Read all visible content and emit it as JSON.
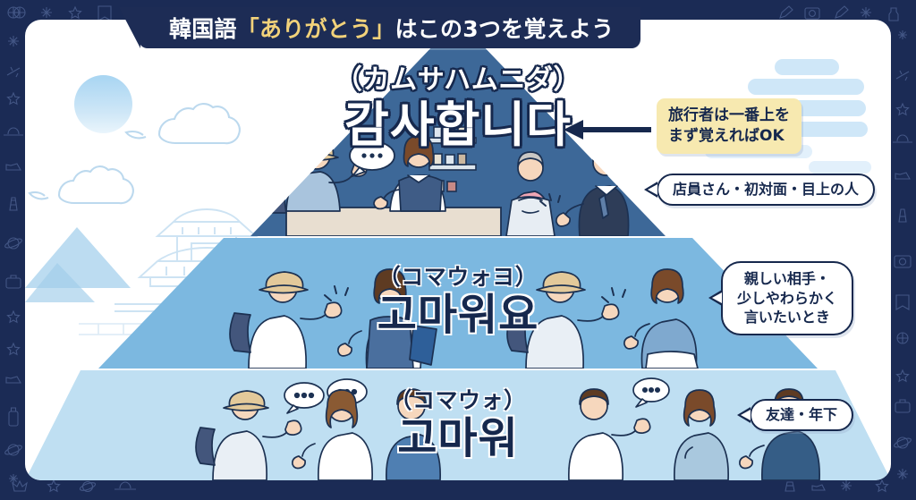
{
  "title": {
    "prefix": "韓国語",
    "highlight": "「ありがとう」",
    "suffix": "はこの3つを覚えよう",
    "full": "韓国語「ありがとう」はこの3つを覚えよう"
  },
  "colors": {
    "frame": "#1b2b55",
    "banner": "#1d2c55",
    "title_highlight": "#f2d27a",
    "tier_top": "#3d6898",
    "tier_mid": "#7cb8e0",
    "tier_bottom": "#bfdff2",
    "note_yellow": "#f7e9b0",
    "bubble_border": "#16284d",
    "text_navy": "#16284d",
    "card": "#ffffff"
  },
  "tiers": [
    {
      "id": "formal",
      "kana": "（カムサハムニダ）",
      "hangul": "감사합니다",
      "level": "top",
      "scene": "traveler-and-shop-clerk-elderly-woman-hanbok-and-older-man-in-suit"
    },
    {
      "id": "polite-casual",
      "kana": "（コマウォヨ）",
      "hangul": "고마워요",
      "level": "middle",
      "scene": "traveler-with-woman-holding-folder-and-traveler-with-casual-woman"
    },
    {
      "id": "casual",
      "kana": "（コマウォ）",
      "hangul": "고마워",
      "level": "bottom",
      "scene": "traveler-with-two-friends-and-three-young-friends-chatting"
    }
  ],
  "callouts": [
    {
      "id": "top-note",
      "style": "yellow-note",
      "lines": [
        "旅行者は一番上を",
        "まず覚えればOK"
      ],
      "line1": "旅行者は一番上を",
      "line2": "まず覚えればOK",
      "points_to": "감사합니다",
      "has_arrow": true
    },
    {
      "id": "formal-targets",
      "style": "speech-bubble",
      "lines": [
        "店員さん・初対面・目上の人"
      ],
      "line1": "店員さん・初対面・目上の人",
      "points_to": "감사합니다"
    },
    {
      "id": "polite-targets",
      "style": "speech-bubble",
      "lines": [
        "親しい相手・",
        "少しやわらかく",
        "言いたいとき"
      ],
      "line1": "親しい相手・",
      "line2": "少しやわらかく",
      "line3": "言いたいとき",
      "points_to": "고마워요"
    },
    {
      "id": "casual-targets",
      "style": "speech-bubble",
      "lines": [
        "友達・年下"
      ],
      "line1": "友達・年下",
      "points_to": "고마워"
    }
  ],
  "background": {
    "motifs": [
      "sun-circle",
      "korean-clouds",
      "mountains",
      "hanok-palace",
      "filled-clouds"
    ]
  },
  "frame_icons": [
    "compass-icon",
    "snowflake-icon",
    "star-icon",
    "book-icon",
    "airplane-icon",
    "hat-icon",
    "shoe-icon",
    "lighthouse-icon",
    "planet-icon",
    "luggage-icon",
    "camera-icon",
    "pencil-icon",
    "bottle-icon",
    "sparkle-icon",
    "crown-icon"
  ]
}
